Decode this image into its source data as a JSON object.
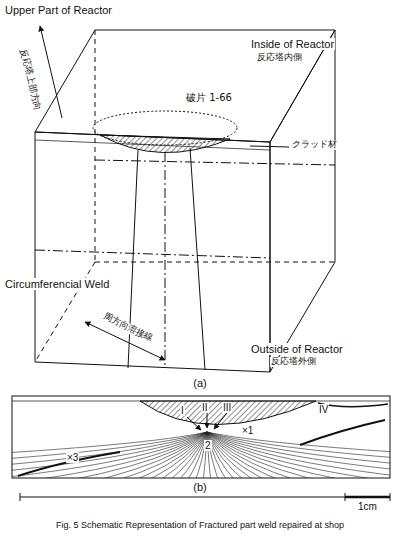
{
  "diagram": {
    "caption": "Fig. 5 Schematic Representation of Fractured part weld repaired at shop",
    "labels": [
      "Upper Part of Reactor",
      "反応塔上部方向",
      "Inside of Reactor",
      "反応塔内側",
      "破片 1-66",
      "クラッド材",
      "Circumferencial Weld",
      "周方向溶接線",
      "Outside of Reactor",
      "反応塔外側",
      "(a)",
      "I",
      "II",
      "III",
      "IV",
      "×1",
      "2",
      "×3",
      "(b)",
      "1cm"
    ]
  }
}
